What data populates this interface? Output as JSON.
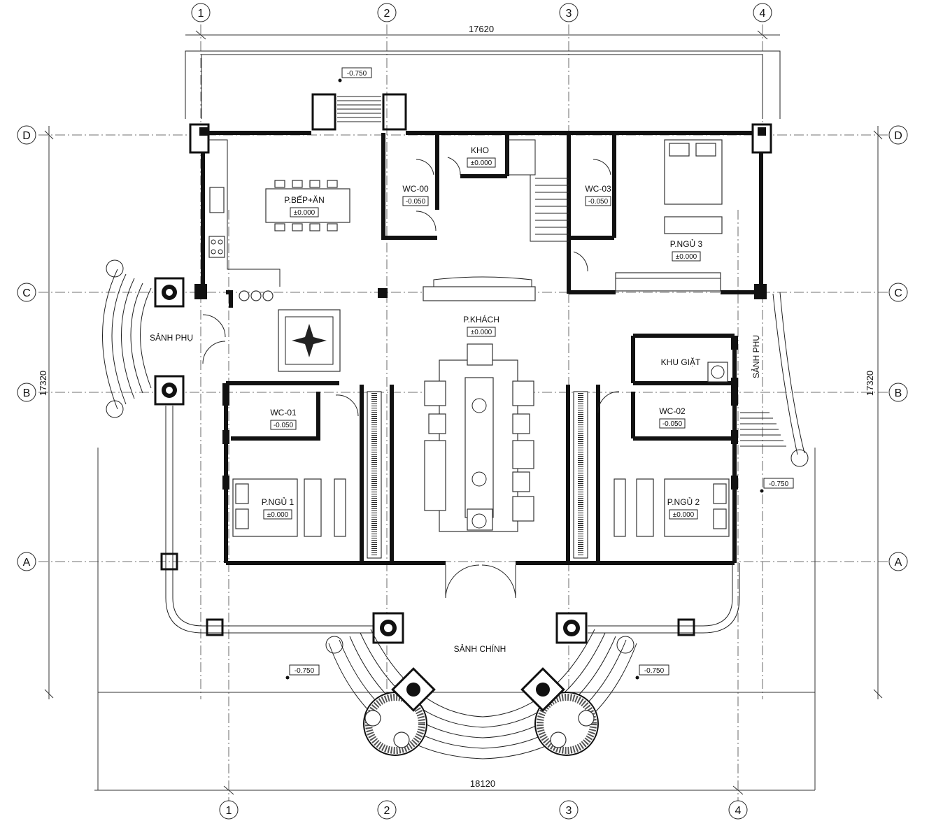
{
  "plan": {
    "dim_top": "17620",
    "dim_bottom": "18120",
    "dim_left": "17320",
    "dim_right": "17320",
    "axes_numbers": [
      "1",
      "2",
      "3",
      "4"
    ],
    "axes_letters": [
      "A",
      "B",
      "C",
      "D"
    ]
  },
  "rooms": {
    "kitchen": {
      "name": "P.BẾP+ĂN",
      "level": "±0.000"
    },
    "storage": {
      "name": "KHO",
      "level": "±0.000"
    },
    "wc00": {
      "name": "WC-00",
      "level": "-0.050"
    },
    "wc03": {
      "name": "WC-03",
      "level": "-0.050"
    },
    "bed3": {
      "name": "P.NGỦ 3",
      "level": "±0.000"
    },
    "living": {
      "name": "P.KHÁCH",
      "level": "±0.000"
    },
    "side_hall_left": {
      "name": "SẢNH PHỤ"
    },
    "side_hall_right": {
      "name": "SẢNH PHỤ"
    },
    "laundry": {
      "name": "KHU GIẶT"
    },
    "wc01": {
      "name": "WC-01",
      "level": "-0.050"
    },
    "wc02": {
      "name": "WC-02",
      "level": "-0.050"
    },
    "bed1": {
      "name": "P.NGỦ 1",
      "level": "±0.000"
    },
    "bed2": {
      "name": "P.NGỦ 2",
      "level": "±0.000"
    },
    "main_hall": {
      "name": "SẢNH CHÍNH"
    }
  },
  "levels": {
    "top": "-0.750",
    "right": "-0.750",
    "bottom_left": "-0.750",
    "bottom_right": "-0.750"
  }
}
